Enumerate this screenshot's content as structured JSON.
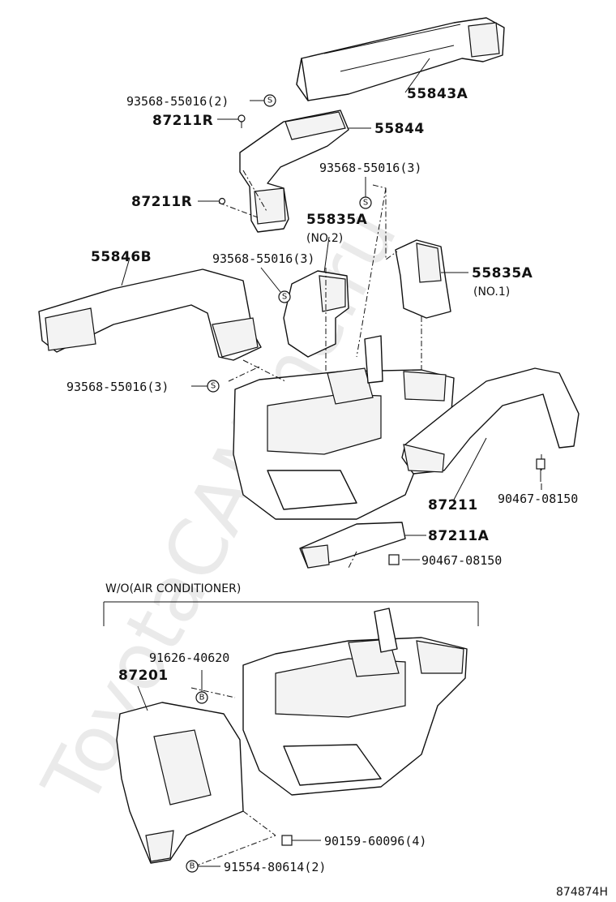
{
  "watermark": "ToyotaCAMme.ru",
  "diagram_code": "874874H",
  "section_label": "W/O(AIR CONDITIONER)",
  "symbols": {
    "s": "S",
    "b": "B"
  },
  "labels": {
    "p55843A": "55843A",
    "p93568_a": "93568-55016(2)",
    "p87211R_a": "87211R",
    "p55844": "55844",
    "p93568_b": "93568-55016(3)",
    "p87211R_b": "87211R",
    "p55835A_no2": "55835A",
    "no2": "(NO.2)",
    "p55846B": "55846B",
    "p93568_c": "93568-55016(3)",
    "p55835A_no1": "55835A",
    "no1": "(NO.1)",
    "p93568_d": "93568-55016(3)",
    "p87211": "87211",
    "p90467_a": "90467-08150",
    "p87211A": "87211A",
    "p90467_b": "90467-08150",
    "p91626": "91626-40620",
    "p87201": "87201",
    "p90159": "90159-60096(4)",
    "p91554": "91554-80614(2)"
  }
}
